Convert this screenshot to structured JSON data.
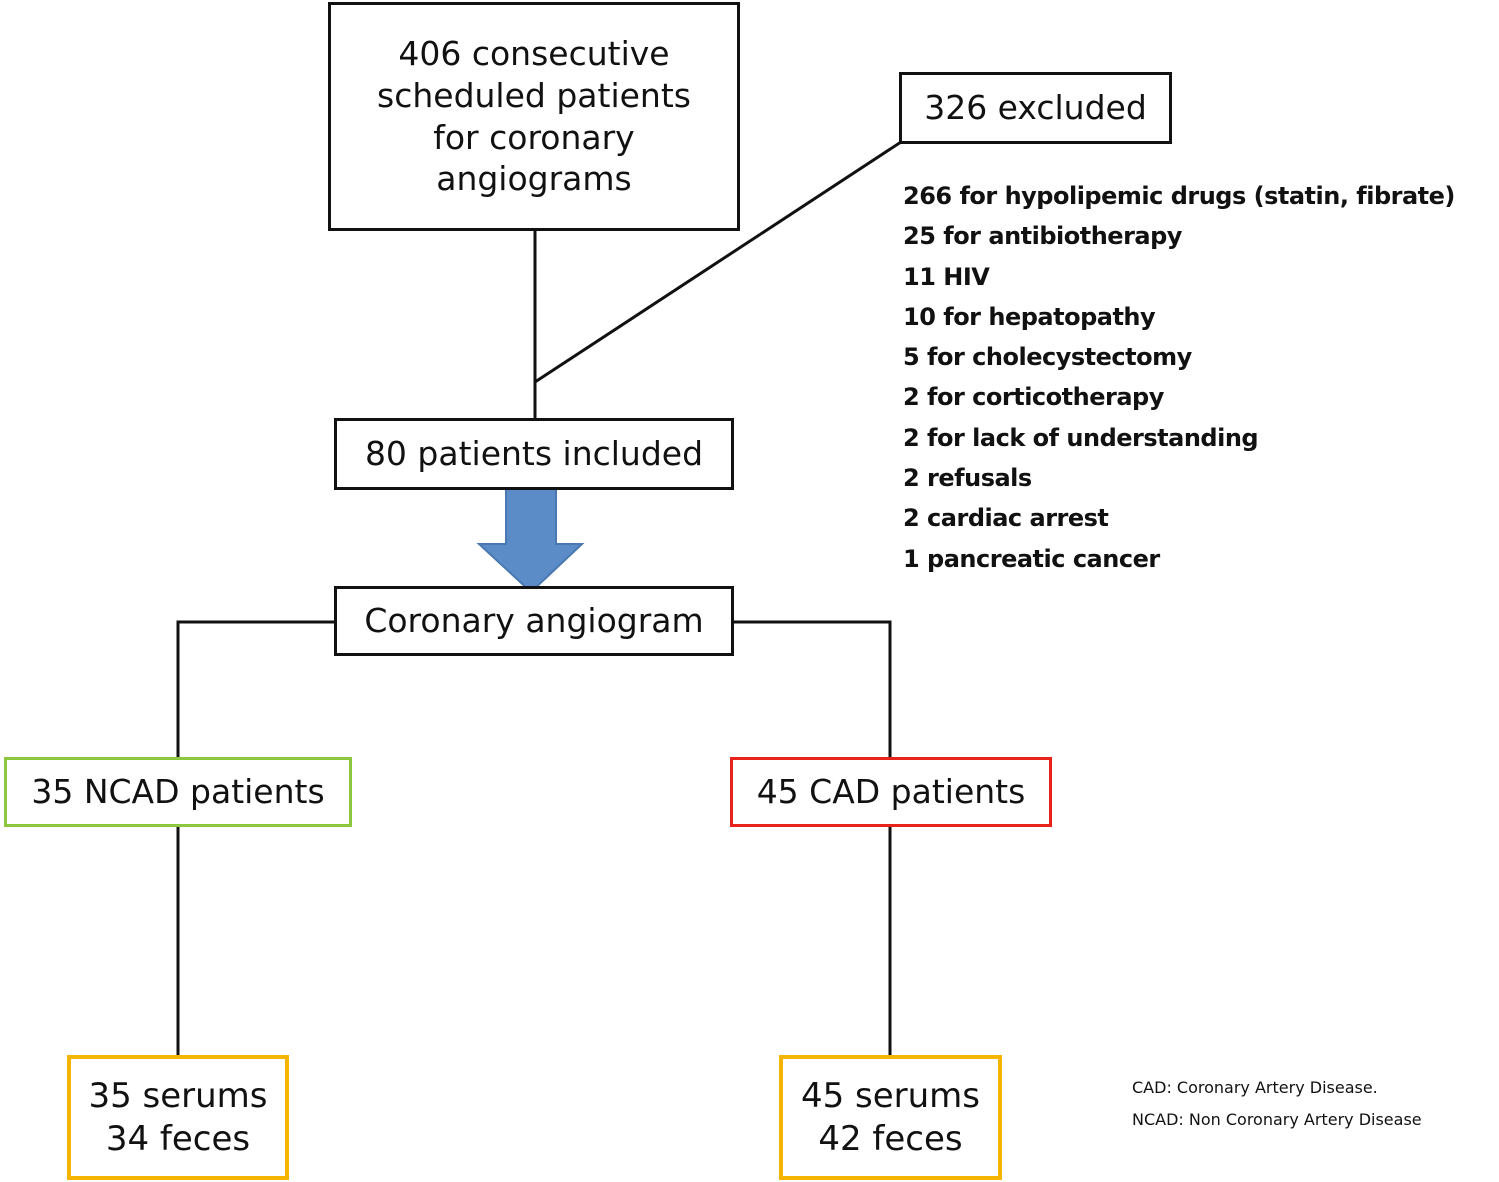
{
  "boxes": {
    "screened": {
      "lines": [
        "406 consecutive",
        "scheduled patients",
        "for coronary",
        "angiograms"
      ]
    },
    "excluded": {
      "label": "326 excluded"
    },
    "included": {
      "label": "80 patients included"
    },
    "angiogram": {
      "label": "Coronary angiogram"
    },
    "ncad": {
      "label": "35 NCAD patients",
      "color": "#8dc63f"
    },
    "cad": {
      "label": "45 CAD patients",
      "color": "#e8231b"
    },
    "ncad_samples": {
      "lines": [
        "35 serums",
        "34 feces"
      ],
      "color": "#f4b400"
    },
    "cad_samples": {
      "lines": [
        "45 serums",
        "42 feces"
      ],
      "color": "#f4b400"
    }
  },
  "exclusion_reasons": [
    "266 for hypolipemic drugs (statin, fibrate)",
    "25 for antibiotherapy",
    "11 HIV",
    "10 for hepatopathy",
    "5 for cholecystectomy",
    "2 for corticotherapy",
    "2 for lack of understanding",
    "2 refusals",
    "2 cardiac arrest",
    "1 pancreatic cancer"
  ],
  "footnotes": [
    "CAD: Coronary Artery Disease.",
    "NCAD: Non Coronary Artery Disease"
  ],
  "arrow_color": "#5b8cc8"
}
